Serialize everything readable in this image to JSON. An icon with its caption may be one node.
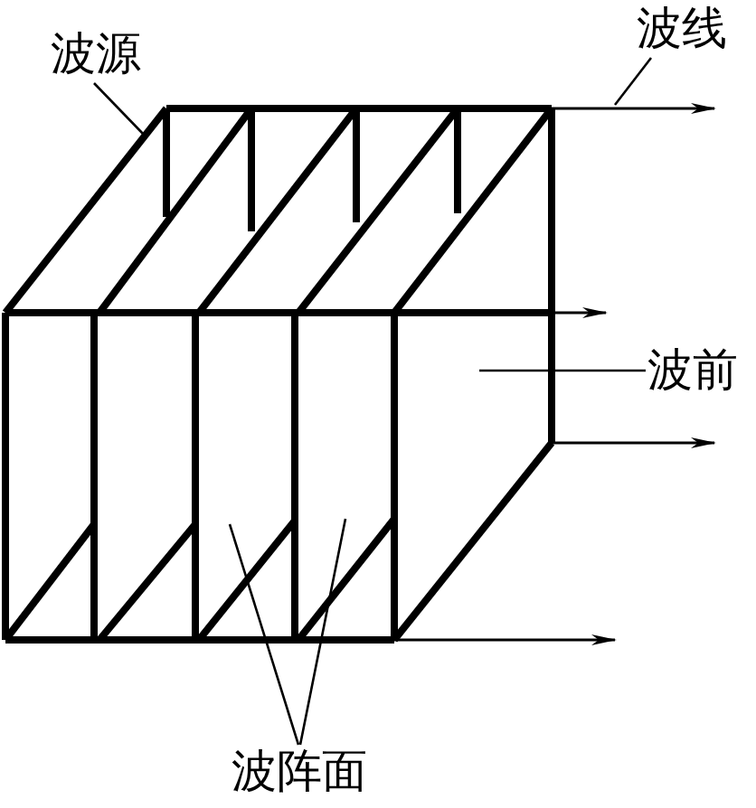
{
  "diagram": {
    "nodes": [
      {
        "text": [
          "波源"
        ]
      },
      {
        "text": [
          "波线"
        ]
      },
      {
        "text": [
          "波前"
        ]
      },
      {
        "text": [
          "波阵面"
        ]
      }
    ],
    "edges": [
      {
        "from": 0,
        "to": null,
        "arrow": "none"
      },
      {
        "from": 1,
        "to": null,
        "arrow": "none"
      },
      {
        "from": 2,
        "to": null,
        "arrow": "none"
      },
      {
        "from": 3,
        "to": null,
        "arrow": "none"
      },
      {
        "from": 3,
        "to": null,
        "arrow": "none"
      }
    ]
  }
}
